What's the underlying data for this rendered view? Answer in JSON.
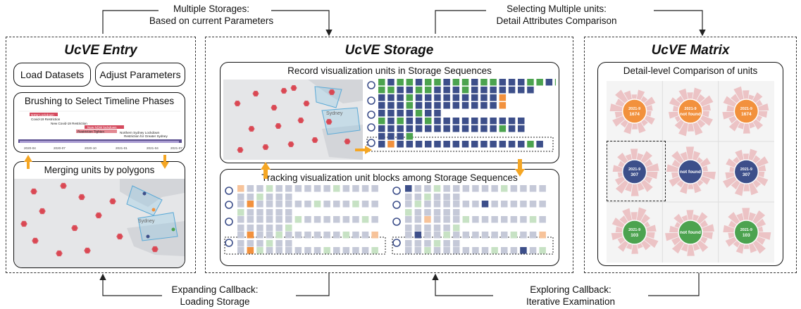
{
  "flows": {
    "top_left": "Multiple Storages:\nBased on current Parameters",
    "top_right": "Selecting Multiple units:\nDetail Attributes Comparison",
    "bottom_left": "Expanding Callback:\nLoading Storage",
    "bottom_right": "Exploring Callback:\nIterative Examination"
  },
  "entry": {
    "title": "UcVE Entry",
    "buttons": [
      "Load Datasets",
      "Adjust Parameters"
    ],
    "brushing_title": "Brushing to Select Timeline Phases",
    "timeline_labels": [
      "NSW Lockdown",
      "Covid-19 Restriction",
      "New Covid-19 Restriction",
      "New NSW lockdown",
      "Restriction Tighten",
      "Northern Sydney Lockdown",
      "Restriction for Greater Sydney"
    ],
    "timeline_ticks": [
      "2020-04",
      "2020-07",
      "2020-10",
      "2021-01",
      "2021-04",
      "2021-07"
    ],
    "merging_title": "Merging units by polygons",
    "map_label": "Sydney"
  },
  "storage": {
    "title": "UcVE Storage",
    "record_title": "Record visualization units in Storage Sequences",
    "map_label": "Sydney",
    "tracking_title": "Tracking visualization unit blocks among Storage Sequences"
  },
  "matrix": {
    "title": "UcVE Matrix",
    "subtitle": "Detail-level Comparison of units",
    "cells": [
      {
        "date": "2021-9",
        "value": "1674",
        "color": "#f2913d"
      },
      {
        "date": "2021-9",
        "value": "not found",
        "color": "#f2913d"
      },
      {
        "date": "2021-9",
        "value": "1674",
        "color": "#f2913d"
      },
      {
        "date": "2021-9",
        "value": "307",
        "color": "#3d4f8a"
      },
      {
        "date": "",
        "value": "not found",
        "color": "#3d4f8a"
      },
      {
        "date": "2021-9",
        "value": "307",
        "color": "#3d4f8a"
      },
      {
        "date": "2021-9",
        "value": "103",
        "color": "#4ca34f"
      },
      {
        "date": "",
        "value": "not found",
        "color": "#4ca34f"
      },
      {
        "date": "2021-9",
        "value": "103",
        "color": "#4ca34f"
      }
    ]
  },
  "colors": {
    "navy": "#3d4f8a",
    "green": "#4ca34f",
    "orange": "#f2913d",
    "arrow_orange": "#f5a623",
    "faded": "#c5c9d8",
    "pink": "#e9b3b6",
    "map_bg": "#e5e6e8",
    "poly": "#8fc9e6"
  }
}
